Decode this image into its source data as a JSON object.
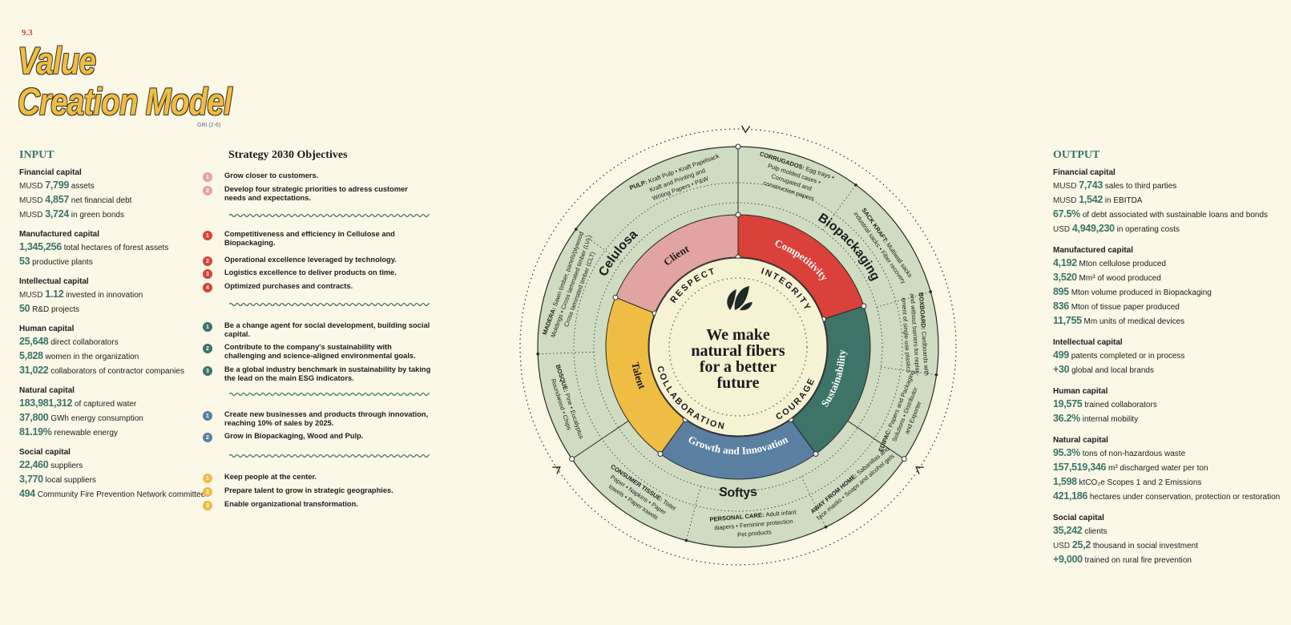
{
  "header": {
    "section": "9.3",
    "title_line1": "Value",
    "title_line2": "Creation Model",
    "gri": "GRI (2-6)"
  },
  "input": {
    "heading": "INPUT",
    "capitals": [
      {
        "name": "Financial capital",
        "items": [
          {
            "unit": "MUSD",
            "value": "7,799",
            "text": "assets"
          },
          {
            "unit": "MUSD",
            "value": "4,857",
            "text": "net financial debt"
          },
          {
            "unit": "MUSD",
            "value": "3,724",
            "text": "in green bonds"
          }
        ]
      },
      {
        "name": "Manufactured capital",
        "items": [
          {
            "unit": "",
            "value": "1,345,256",
            "text": "total hectares of forest assets"
          },
          {
            "unit": "",
            "value": "53",
            "text": "productive plants"
          }
        ]
      },
      {
        "name": "Intellectual capital",
        "items": [
          {
            "unit": "MUSD",
            "value": "1.12",
            "text": "invested in innovation"
          },
          {
            "unit": "",
            "value": "50",
            "text": "R&D projects"
          }
        ]
      },
      {
        "name": "Human capital",
        "items": [
          {
            "unit": "",
            "value": "25,648",
            "text": "direct collaborators"
          },
          {
            "unit": "",
            "value": "5,828",
            "text": "women in the organization"
          },
          {
            "unit": "",
            "value": "31,022",
            "text": "collaborators of contractor companies"
          }
        ]
      },
      {
        "name": "Natural capital",
        "items": [
          {
            "unit": "",
            "value": "183,981,312",
            "text": "of captured water"
          },
          {
            "unit": "",
            "value": "37,800",
            "text": "GWh energy consumption"
          },
          {
            "unit": "",
            "value": "81.19%",
            "text": "renewable energy"
          }
        ]
      },
      {
        "name": "Social capital",
        "items": [
          {
            "unit": "",
            "value": "22,460",
            "text": "suppliers"
          },
          {
            "unit": "",
            "value": "3,770",
            "text": "local suppliers"
          },
          {
            "unit": "",
            "value": "494",
            "text": "Community Fire Prevention Network committees"
          }
        ]
      }
    ]
  },
  "strategy": {
    "heading": "Strategy 2030 Objectives",
    "groups": [
      {
        "color": "#e2a4a0",
        "items": [
          {
            "n": "1",
            "text": "Grow closer to customers."
          },
          {
            "n": "2",
            "text": "Develop four strategic priorities to adress customer needs and expectations."
          }
        ]
      },
      {
        "color": "#d9413a",
        "items": [
          {
            "n": "1",
            "text": "Competitiveness and efficiency in Cellulose and Biopackaging."
          },
          {
            "n": "2",
            "text": "Operational excellence leveraged by technology."
          },
          {
            "n": "3",
            "text": "Logistics excellence to deliver products on time."
          },
          {
            "n": "4",
            "text": "Optimized purchases and contracts."
          }
        ]
      },
      {
        "color": "#3e7368",
        "items": [
          {
            "n": "1",
            "text": "Be a change agent for social development, building social capital."
          },
          {
            "n": "2",
            "text": "Contribute to the company's sustainability with challenging and science-aligned environmental goals."
          },
          {
            "n": "3",
            "text": "Be a global industry benchmark in sustainability by taking the lead on the main ESG indicators."
          }
        ]
      },
      {
        "color": "#5a7fa0",
        "items": [
          {
            "n": "1",
            "text": "Create new businesses and products through innovation, reaching 10% of sales by 2025."
          },
          {
            "n": "2",
            "text": "Grow in Biopackaging, Wood and Pulp."
          }
        ]
      },
      {
        "color": "#efbd43",
        "items": [
          {
            "n": "1",
            "text": "Keep people at the center."
          },
          {
            "n": "2",
            "text": "Prepare talent to grow in strategic geographies."
          },
          {
            "n": "3",
            "text": "Enable organizational transformation."
          }
        ]
      }
    ]
  },
  "wheel": {
    "center_lines": [
      "We make",
      "natural fibers",
      "for a better",
      "future"
    ],
    "values": [
      "RESPECT",
      "INTEGRITY",
      "COURAGE",
      "COLLABORATION"
    ],
    "pillars": [
      {
        "label": "Client",
        "color": "#e2a4a0"
      },
      {
        "label": "Competitivity",
        "color": "#d9413a"
      },
      {
        "label": "Sustainability",
        "color": "#3e7368"
      },
      {
        "label": "Growth and Innovation",
        "color": "#5a7fa0"
      },
      {
        "label": "Talent",
        "color": "#efbd43"
      }
    ],
    "businesses": [
      "Celulosa",
      "Biopackaging",
      "Softys"
    ],
    "products": [
      {
        "label": "PULP:",
        "lines": [
          "Kraft Pulp • Kraft Papelsack",
          "Kraft and Printing and",
          "Writing Papers • P&W"
        ]
      },
      {
        "label": "CORRUGADOS:",
        "lines": [
          "Egg trays •",
          "Pulp molded cases •",
          "Corrugated and",
          "construction papers"
        ]
      },
      {
        "label": "SACK KRAFT:",
        "lines": [
          "Multiwall sacks",
          "industrial sacks • Fiber recovery"
        ]
      },
      {
        "label": "BOXBOARD:",
        "lines": [
          "Cardboards with",
          "and without barriers for replac-",
          "ement of single-use plastics"
        ]
      },
      {
        "label": "EDIPAC:",
        "lines": [
          "Papers and Packaging",
          "Solutions • Distributor",
          "and Exporter"
        ]
      },
      {
        "label": "AWAY FROM HOME:",
        "lines": [
          "Sabanillas and",
          "face masks • Soaps and alcohol gels"
        ]
      },
      {
        "label": "PERSONAL CARE:",
        "lines": [
          "Adult infant",
          "diapers • Feminine protection",
          "Pet products"
        ]
      },
      {
        "label": "CONSUMER TISSUE:",
        "lines": [
          "Toilet",
          "Paper • Napkins • Paper",
          "towels • Paper towels"
        ]
      },
      {
        "label": "BOSQUE:",
        "lines": [
          "Pine • Eucalyptus",
          "Roundwood • Chips"
        ]
      },
      {
        "label": "MADERA:",
        "lines": [
          "Sawn timber, panels/plywood",
          "Moldings • Cross laminated timber (LVL)",
          "Cross laminated timber (CLT)"
        ]
      }
    ],
    "colors": {
      "ring": "#cfdcc2",
      "center": "#f6f2d4",
      "line": "#2a2a2a",
      "accent": "#3b7368"
    }
  },
  "output": {
    "heading": "OUTPUT",
    "capitals": [
      {
        "name": "Financial capital",
        "items": [
          {
            "unit": "MUSD",
            "value": "7,743",
            "text": "sales to third parties"
          },
          {
            "unit": "MUSD",
            "value": "1,542",
            "text": "in EBITDA"
          },
          {
            "unit": "",
            "value": "67.5%",
            "text": "of debt associated with sustainable loans and bonds"
          },
          {
            "unit": "USD",
            "value": "4,949,230",
            "text": "in operating costs"
          }
        ]
      },
      {
        "name": "Manufactured capital",
        "items": [
          {
            "unit": "",
            "value": "4,192",
            "text": "Mton cellulose produced"
          },
          {
            "unit": "",
            "value": "3,520",
            "text": "Mm³ of wood produced"
          },
          {
            "unit": "",
            "value": "895",
            "text": "Mton volume produced in Biopackaging"
          },
          {
            "unit": "",
            "value": "836",
            "text": "Mton of tissue paper produced"
          },
          {
            "unit": "",
            "value": "11,755",
            "text": "Mm units of medical devices"
          }
        ]
      },
      {
        "name": "Intellectual capital",
        "items": [
          {
            "unit": "",
            "value": "499",
            "text": "patents completed or in process"
          },
          {
            "unit": "",
            "value": "+30",
            "text": "global and local brands"
          }
        ]
      },
      {
        "name": "Human capital",
        "items": [
          {
            "unit": "",
            "value": "19,575",
            "text": "trained collaborators"
          },
          {
            "unit": "",
            "value": "36.2%",
            "text": "internal mobility"
          }
        ]
      },
      {
        "name": "Natural capital",
        "items": [
          {
            "unit": "",
            "value": "95.3%",
            "text": "tons of non-hazardous waste"
          },
          {
            "unit": "",
            "value": "157,519,346",
            "text": "m³ discharged water per ton"
          },
          {
            "unit": "",
            "value": "1,598",
            "text": "ktCO₂e Scopes 1 and 2 Emissions"
          },
          {
            "unit": "",
            "value": "421,186",
            "text": "hectares under conservation, protection or restoration"
          }
        ]
      },
      {
        "name": "Social capital",
        "items": [
          {
            "unit": "",
            "value": "35,242",
            "text": "clients"
          },
          {
            "unit": "USD",
            "value": "25,2",
            "text": "thousand in social investment"
          },
          {
            "unit": "",
            "value": "+9,000",
            "text": "trained on rural fire prevention"
          }
        ]
      }
    ]
  }
}
